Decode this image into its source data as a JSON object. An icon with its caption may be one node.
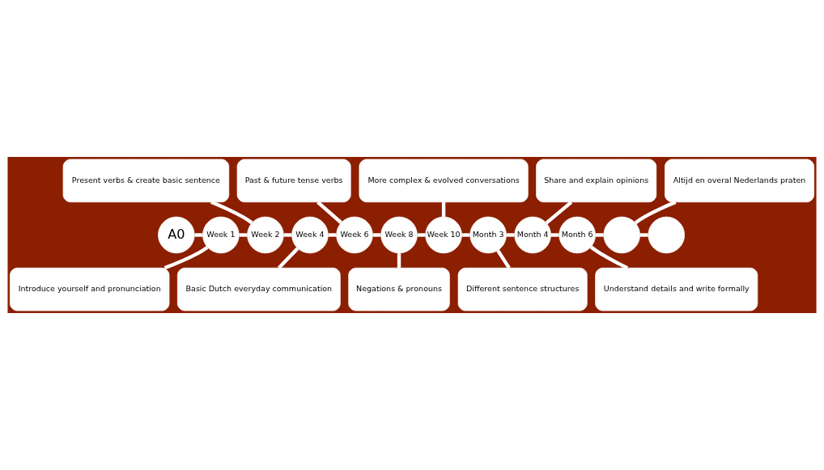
{
  "diagram": {
    "nodes": [
      {
        "text": [
          "A0"
        ]
      },
      {
        "text": [
          "Week 1"
        ]
      },
      {
        "text": [
          "Week 2"
        ]
      },
      {
        "text": [
          "Week 4"
        ]
      },
      {
        "text": [
          "Week 6"
        ]
      },
      {
        "text": [
          "Week 8"
        ]
      },
      {
        "text": [
          "Week 10"
        ]
      },
      {
        "text": [
          "Month 3"
        ]
      },
      {
        "text": [
          "Month 4"
        ]
      },
      {
        "text": [
          "Month 6"
        ]
      },
      {
        "text": [],
        "shape": "circle"
      },
      {
        "text": [],
        "shape": "circle"
      },
      {
        "text": [
          "Present verbs & create basic sentence"
        ]
      },
      {
        "text": [
          "Past & future tense verbs"
        ]
      },
      {
        "text": [
          "More complex & evolved conversations"
        ]
      },
      {
        "text": [
          "Share and explain opinions"
        ]
      },
      {
        "text": [
          "Altijd en overal Nederlands praten"
        ]
      },
      {
        "text": [
          "Introduce yourself and pronunciation"
        ]
      },
      {
        "text": [
          "Basic Dutch everyday communication"
        ]
      },
      {
        "text": [
          "Negations & pronouns"
        ]
      },
      {
        "text": [
          "Different sentence structures"
        ]
      },
      {
        "text": [
          "Understand details and write formally"
        ]
      }
    ],
    "edges": [
      {
        "from": 0,
        "to": 1,
        "arrow": "none"
      },
      {
        "from": 1,
        "to": 2,
        "arrow": "none"
      },
      {
        "from": 2,
        "to": 3,
        "arrow": "none"
      },
      {
        "from": 3,
        "to": 4,
        "arrow": "none"
      },
      {
        "from": 4,
        "to": 5,
        "arrow": "none"
      },
      {
        "from": 5,
        "to": 6,
        "arrow": "none"
      },
      {
        "from": 6,
        "to": 7,
        "arrow": "none"
      },
      {
        "from": 7,
        "to": 8,
        "arrow": "none"
      },
      {
        "from": 8,
        "to": 9,
        "arrow": "none"
      },
      {
        "from": 9,
        "to": 10,
        "arrow": "none"
      },
      {
        "from": 10,
        "to": 11,
        "arrow": "none"
      },
      {
        "from": 12,
        "to": 2,
        "arrow": "none"
      },
      {
        "from": 13,
        "to": 4,
        "arrow": "none"
      },
      {
        "from": 14,
        "to": 6,
        "arrow": "none"
      },
      {
        "from": 15,
        "to": 8,
        "arrow": "none"
      },
      {
        "from": 16,
        "to": 10,
        "arrow": "none"
      },
      {
        "from": 1,
        "to": 17,
        "arrow": "none"
      },
      {
        "from": 3,
        "to": 18,
        "arrow": "none"
      },
      {
        "from": 5,
        "to": 19,
        "arrow": "none"
      },
      {
        "from": 7,
        "to": 20,
        "arrow": "none"
      },
      {
        "from": 9,
        "to": 21,
        "arrow": "none"
      }
    ]
  }
}
